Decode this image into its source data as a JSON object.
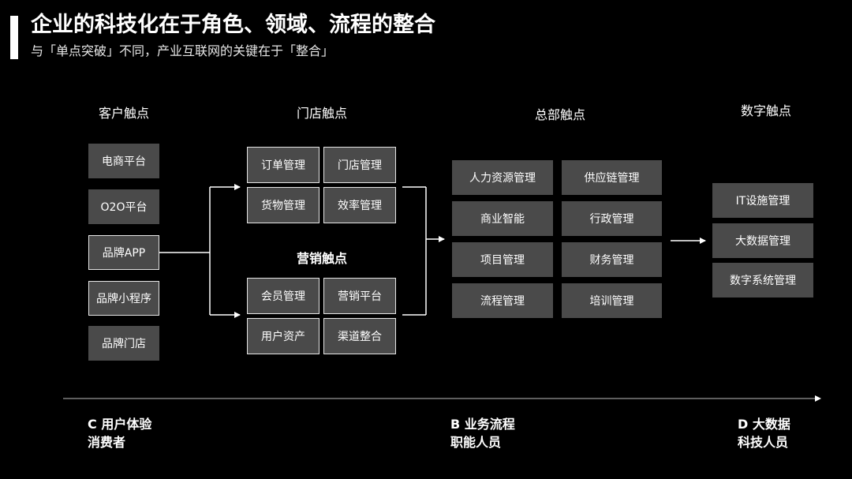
{
  "header": {
    "title": "企业的科技化在于角色、领域、流程的整合",
    "subtitle": "与「单点突破」不同，产业互联网的关键在于「整合」"
  },
  "columns": {
    "customer": {
      "title": "客户触点",
      "items": [
        "电商平台",
        "O2O平台",
        "品牌APP",
        "品牌小程序",
        "品牌门店"
      ]
    },
    "store": {
      "title": "门店触点",
      "items": [
        "订单管理",
        "门店管理",
        "货物管理",
        "效率管理"
      ]
    },
    "marketing": {
      "title": "营销触点",
      "items": [
        "会员管理",
        "营销平台",
        "用户资产",
        "渠道整合"
      ]
    },
    "hq": {
      "title": "总部触点",
      "items": [
        "人力资源管理",
        "供应链管理",
        "商业智能",
        "行政管理",
        "项目管理",
        "财务管理",
        "流程管理",
        "培训管理"
      ]
    },
    "digital": {
      "title": "数字触点",
      "items": [
        "IT设施管理",
        "大数据管理",
        "数字系统管理"
      ]
    }
  },
  "timeline": {
    "c": {
      "line1": "C 用户体验",
      "line2": "消费者"
    },
    "b": {
      "line1": "B 业务流程",
      "line2": "职能人员"
    },
    "d": {
      "line1": "D 大数据",
      "line2": "科技人员"
    }
  }
}
